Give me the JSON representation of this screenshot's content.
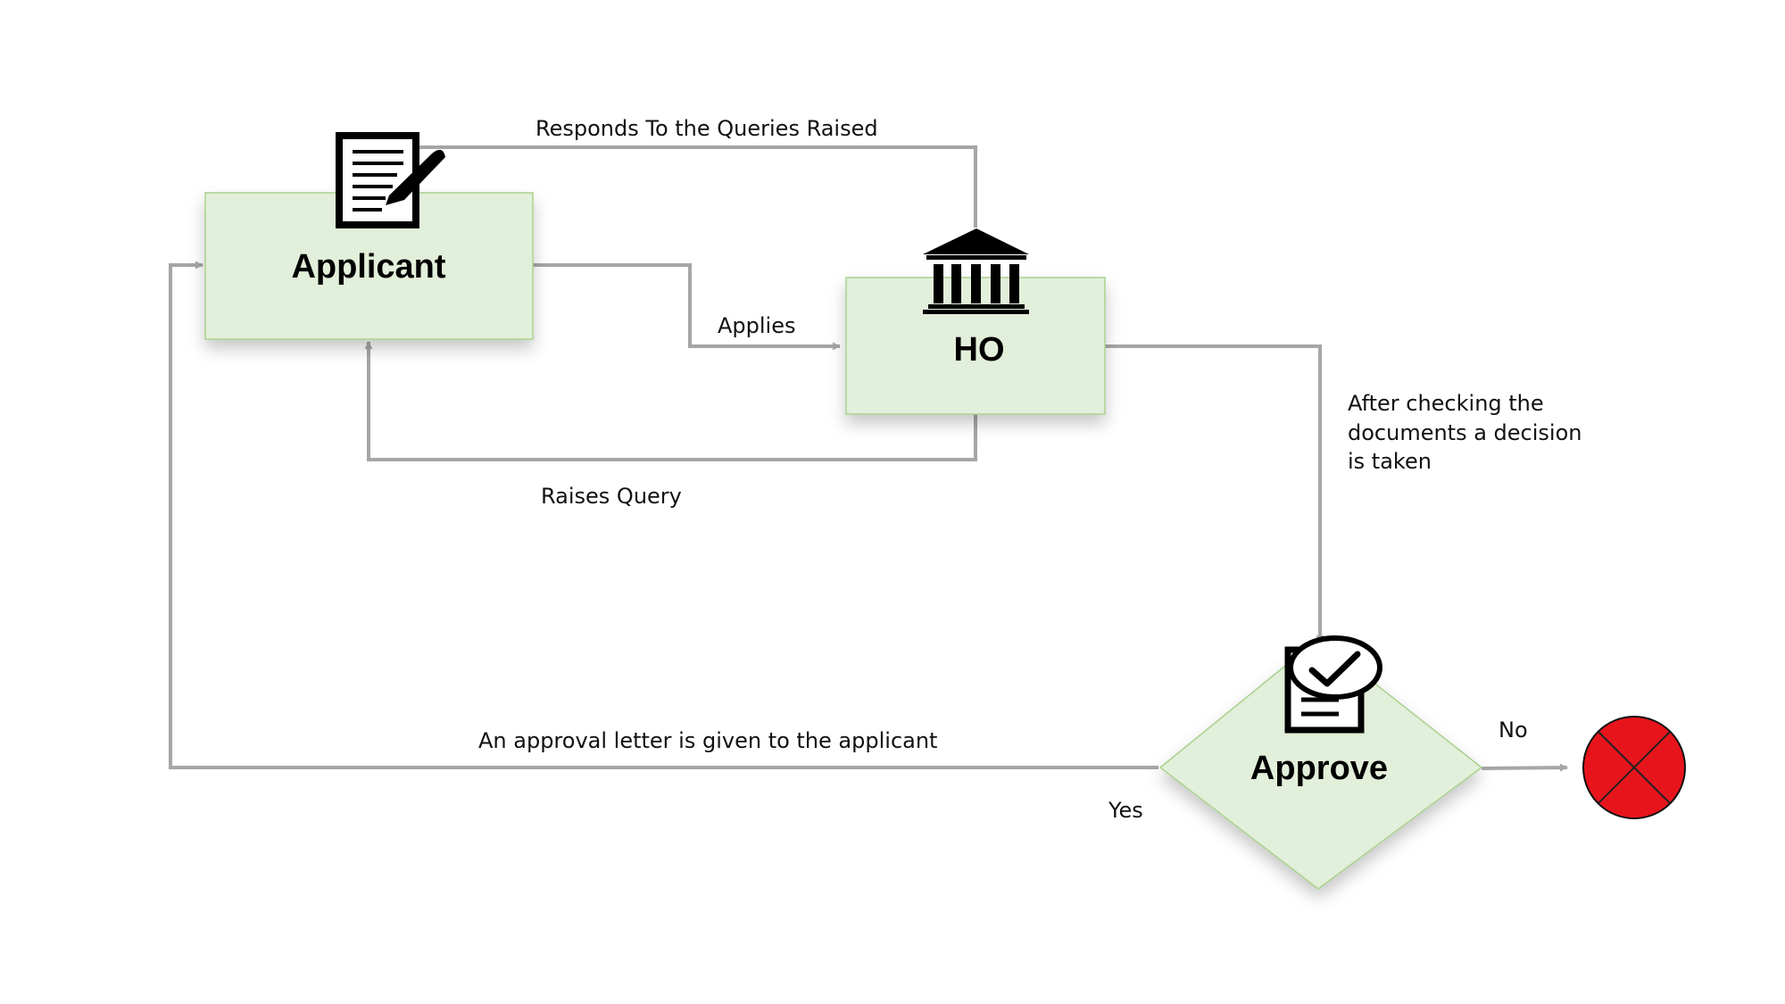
{
  "nodes": {
    "applicant": {
      "label": "Applicant",
      "icon": "document-pen-icon"
    },
    "ho": {
      "label": "HO",
      "icon": "government-building-icon"
    },
    "approve": {
      "label": "Approve",
      "icon": "document-checkmark-icon"
    },
    "reject": {
      "icon": "red-x-circle-icon"
    }
  },
  "edges": {
    "applies": "Applies",
    "responds": "Responds To the Queries Raised",
    "raises_query": "Raises Query",
    "decision": [
      "After checking the",
      "documents a decision",
      "is taken"
    ],
    "approval_letter": "An approval letter is given to the applicant",
    "yes": "Yes",
    "no": "No"
  },
  "colors": {
    "node_fill": "#e2efda",
    "node_border": "#a9d18e",
    "connector": "#a6a6a6",
    "reject_fill": "#e8141c"
  }
}
